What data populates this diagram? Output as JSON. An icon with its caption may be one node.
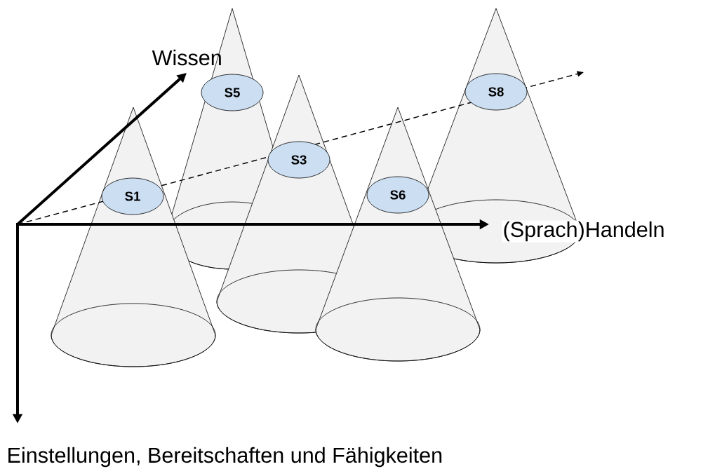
{
  "diagram": {
    "nodes": [
      {
        "text": [
          "S1"
        ]
      },
      {
        "text": [
          "S5"
        ]
      },
      {
        "text": [
          "S3"
        ]
      },
      {
        "text": [
          "S6"
        ]
      },
      {
        "text": [
          "S8"
        ]
      }
    ],
    "labels": [
      "Wissen",
      "(Sprach)Handeln",
      "Einstellungen, Bereitschaften und Fähigkeiten"
    ]
  }
}
